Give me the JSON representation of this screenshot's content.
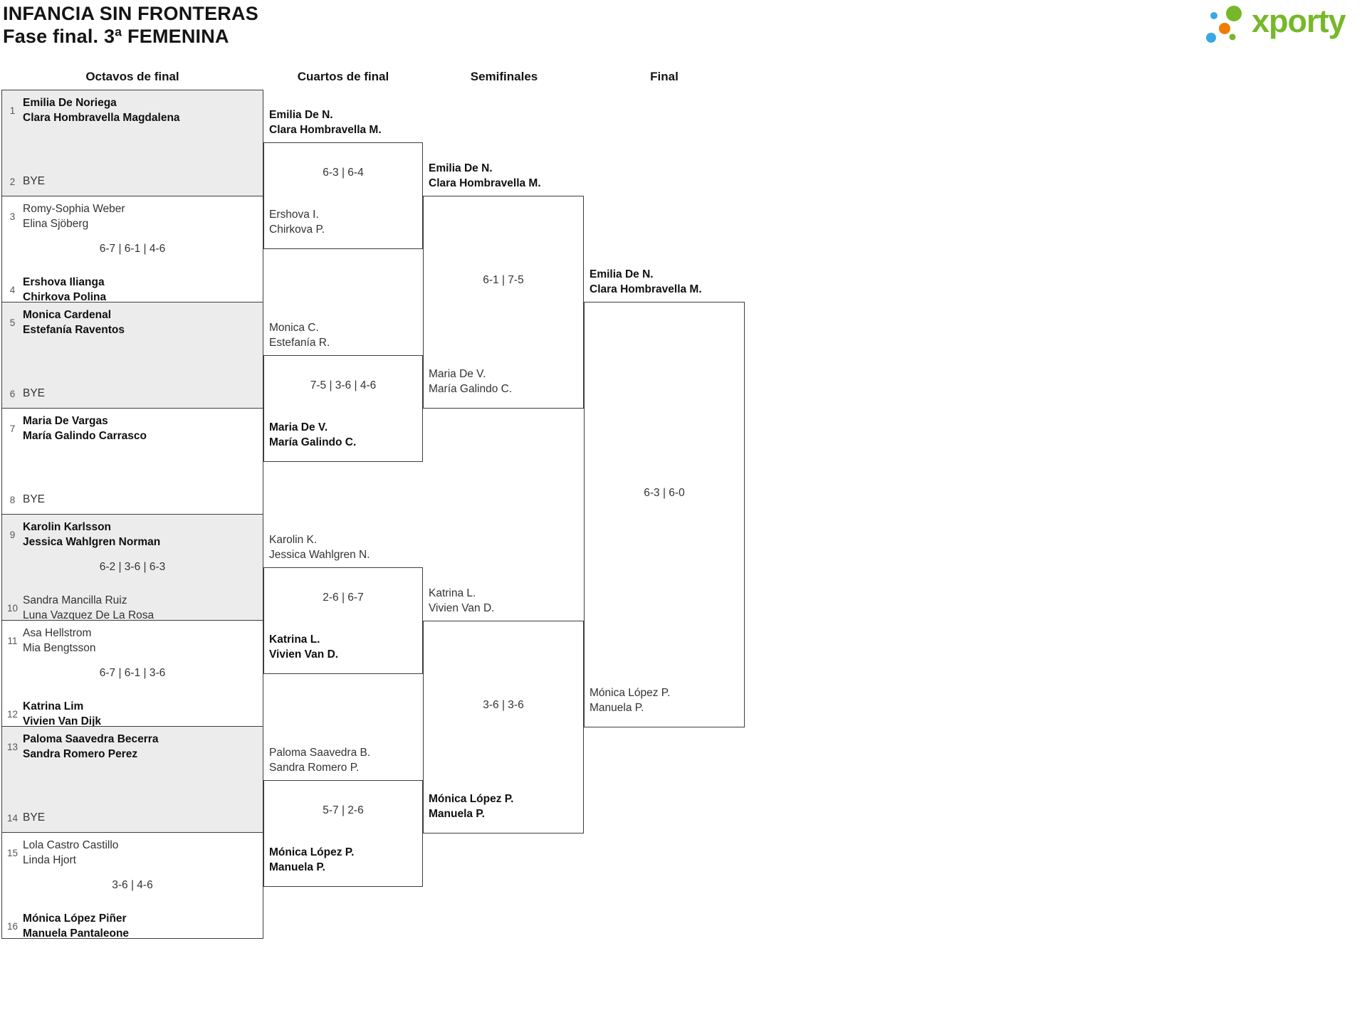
{
  "title": {
    "line1": "INFANCIA SIN FRONTERAS",
    "line2": "Fase final. 3ª FEMENINA"
  },
  "logo": {
    "wordmark": "xporty",
    "green": "#76b82a",
    "blue": "#36a9e1",
    "orange": "#ef7d00"
  },
  "columns": {
    "octavos": "Octavos de final",
    "cuartos": "Cuartos de final",
    "semifinales": "Semifinales",
    "final": "Final"
  },
  "r16": [
    {
      "seedTop": "1",
      "top": [
        "Emilia De Noriega",
        "Clara Hombravella Magdalena"
      ],
      "seedBottom": "2",
      "bottom": [
        "BYE"
      ],
      "score": ""
    },
    {
      "seedTop": "3",
      "top": [
        "Romy-Sophia Weber",
        "Elina Sjöberg"
      ],
      "seedBottom": "4",
      "bottom": [
        "Ershova Ilianga",
        "Chirkova Polina"
      ],
      "score": "6-7 | 6-1 | 4-6"
    },
    {
      "seedTop": "5",
      "top": [
        "Monica Cardenal",
        "Estefanía Raventos"
      ],
      "seedBottom": "6",
      "bottom": [
        "BYE"
      ],
      "score": ""
    },
    {
      "seedTop": "7",
      "top": [
        "Maria De Vargas",
        "María Galindo Carrasco"
      ],
      "seedBottom": "8",
      "bottom": [
        "BYE"
      ],
      "score": ""
    },
    {
      "seedTop": "9",
      "top": [
        "Karolin Karlsson",
        "Jessica Wahlgren Norman"
      ],
      "seedBottom": "10",
      "bottom": [
        "Sandra Mancilla Ruiz",
        "Luna Vazquez De La Rosa"
      ],
      "score": "6-2 | 3-6 | 6-3"
    },
    {
      "seedTop": "11",
      "top": [
        "Asa Hellstrom",
        "Mia Bengtsson"
      ],
      "seedBottom": "12",
      "bottom": [
        "Katrina Lim",
        "Vivien Van Dijk"
      ],
      "score": "6-7 | 6-1 | 3-6"
    },
    {
      "seedTop": "13",
      "top": [
        "Paloma Saavedra Becerra",
        "Sandra Romero Perez"
      ],
      "seedBottom": "14",
      "bottom": [
        "BYE"
      ],
      "score": ""
    },
    {
      "seedTop": "15",
      "top": [
        "Lola Castro Castillo",
        "Linda Hjort"
      ],
      "seedBottom": "16",
      "bottom": [
        "Mónica López Piñer",
        "Manuela Pantaleone"
      ],
      "score": "3-6 | 4-6"
    }
  ],
  "qf": [
    {
      "top": [
        "Emilia De N.",
        "Clara Hombravella M."
      ],
      "bottom": [
        "Ershova I.",
        "Chirkova P."
      ],
      "score": "6-3 | 6-4"
    },
    {
      "top": [
        "Monica C.",
        "Estefanía R."
      ],
      "bottom": [
        "Maria De V.",
        "María Galindo C."
      ],
      "score": "7-5 | 3-6 | 4-6"
    },
    {
      "top": [
        "Karolin K.",
        "Jessica Wahlgren N."
      ],
      "bottom": [
        "Katrina L.",
        "Vivien Van D."
      ],
      "score": "2-6 | 6-7"
    },
    {
      "top": [
        "Paloma Saavedra B.",
        "Sandra Romero P."
      ],
      "bottom": [
        "Mónica López P.",
        "Manuela P."
      ],
      "score": "5-7 | 2-6"
    }
  ],
  "sf": [
    {
      "top": [
        "Emilia De N.",
        "Clara Hombravella M."
      ],
      "bottom": [
        "Maria De V.",
        "María Galindo C."
      ],
      "score": "6-1 | 7-5"
    },
    {
      "top": [
        "Katrina L.",
        "Vivien Van D."
      ],
      "bottom": [
        "Mónica López P.",
        "Manuela P."
      ],
      "score": "3-6 | 3-6"
    }
  ],
  "final": {
    "top": [
      "Emilia De N.",
      "Clara Hombravella M."
    ],
    "bottom": [
      "Mónica López P.",
      "Manuela P."
    ],
    "score": "6-3 | 6-0"
  }
}
